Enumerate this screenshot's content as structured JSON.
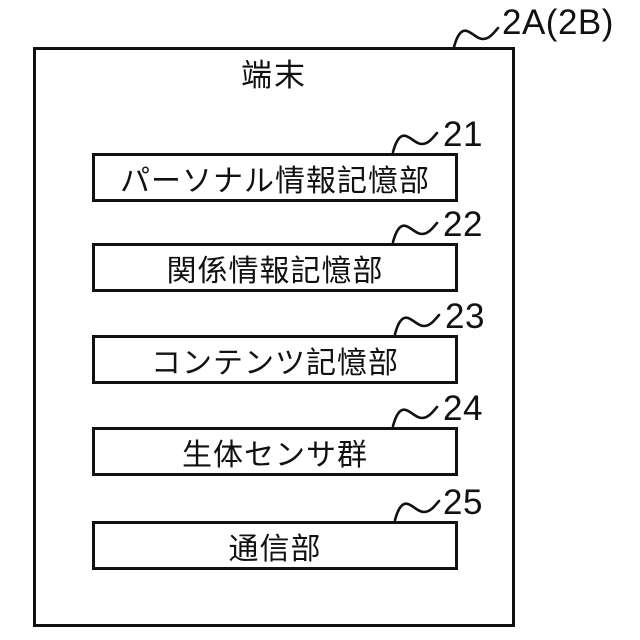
{
  "figure": {
    "outer_reference": "2A(2B)",
    "title": "端末",
    "blocks": [
      {
        "ref": "21",
        "label": "パーソナル情報記憶部"
      },
      {
        "ref": "22",
        "label": "関係情報記憶部"
      },
      {
        "ref": "23",
        "label": "コンテンツ記憶部"
      },
      {
        "ref": "24",
        "label": "生体センサ群"
      },
      {
        "ref": "25",
        "label": "通信部"
      }
    ],
    "colors": {
      "line": "#111111",
      "background": "#ffffff"
    }
  }
}
